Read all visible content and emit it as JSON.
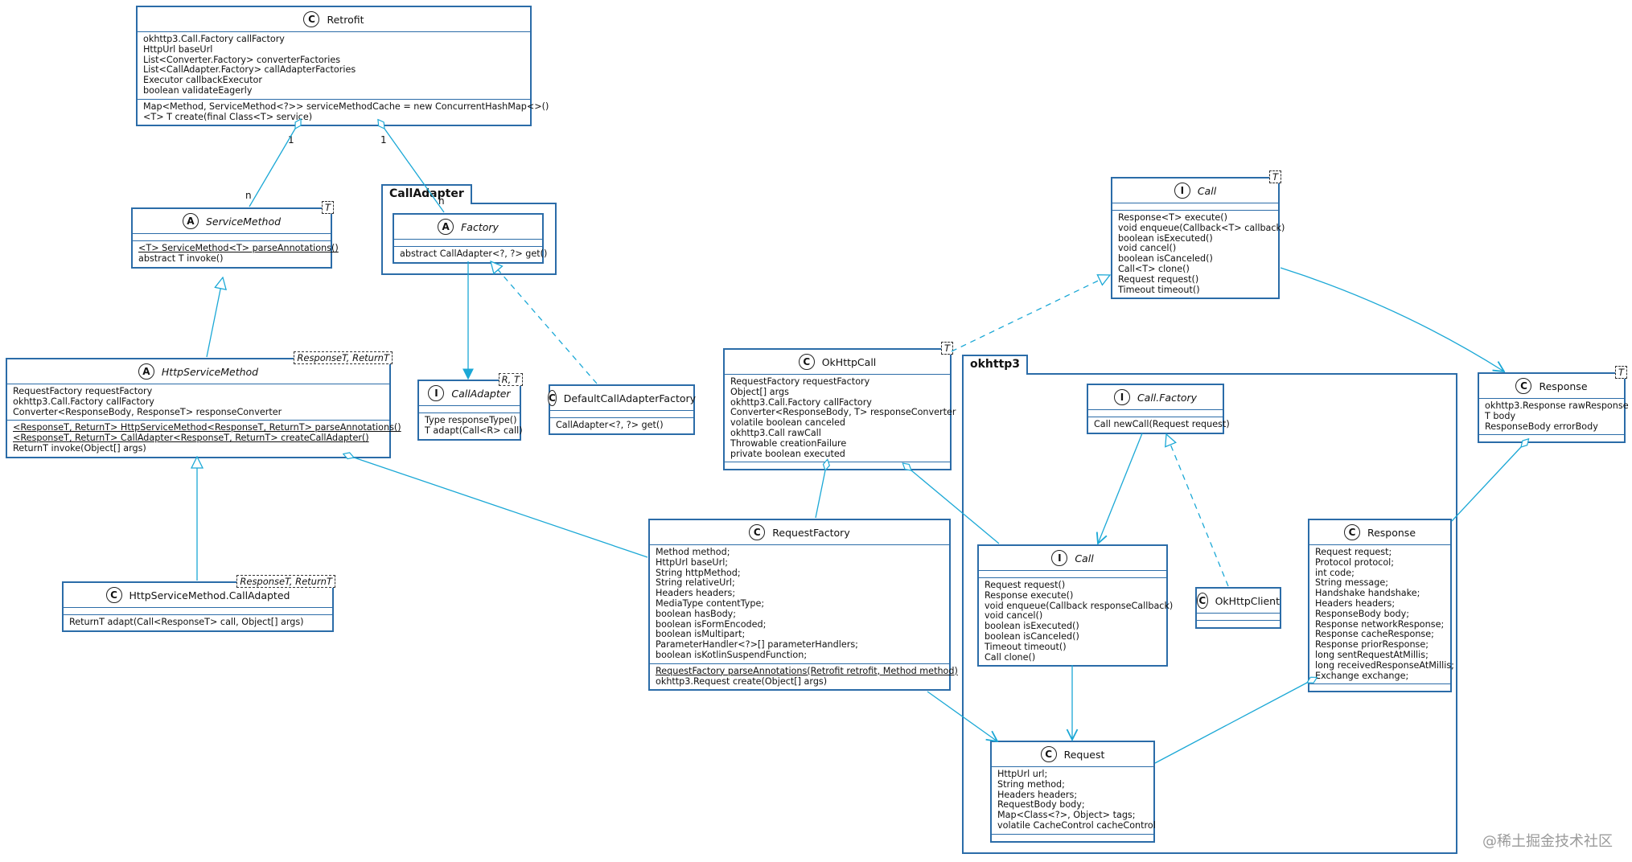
{
  "packages": {
    "calladapter": "CallAdapter",
    "okhttp3": "okhttp3"
  },
  "classes": {
    "retrofit": {
      "kind": "C",
      "name": "Retrofit",
      "fields": [
        "okhttp3.Call.Factory callFactory",
        "HttpUrl baseUrl",
        "List<Converter.Factory> converterFactories",
        "List<CallAdapter.Factory> callAdapterFactories",
        "Executor callbackExecutor",
        "boolean validateEagerly"
      ],
      "methods": [
        "Map<Method, ServiceMethod<?>> serviceMethodCache = new ConcurrentHashMap<>()",
        "<T> T create(final Class<T> service)"
      ]
    },
    "serviceMethod": {
      "kind": "A",
      "name": "ServiceMethod",
      "generic": "T",
      "methods": [
        "<T> ServiceMethod<T> parseAnnotations()",
        "abstract T invoke()"
      ]
    },
    "factory": {
      "kind": "A",
      "name": "Factory",
      "methods": [
        "abstract CallAdapter<?, ?> get()"
      ]
    },
    "httpServiceMethod": {
      "kind": "A",
      "name": "HttpServiceMethod",
      "generic": "ResponseT, ReturnT",
      "fields": [
        "RequestFactory requestFactory",
        "okhttp3.Call.Factory callFactory",
        "Converter<ResponseBody, ResponseT> responseConverter"
      ],
      "methods": [
        "<ResponseT, ReturnT> HttpServiceMethod<ResponseT, ReturnT> parseAnnotations()",
        "<ResponseT, ReturnT> CallAdapter<ResponseT, ReturnT> createCallAdapter()",
        "ReturnT invoke(Object[] args)"
      ]
    },
    "callAdapted": {
      "kind": "C",
      "name": "HttpServiceMethod.CallAdapted",
      "generic": "ResponseT, ReturnT",
      "methods": [
        "ReturnT adapt(Call<ResponseT> call, Object[] args)"
      ]
    },
    "callAdapter": {
      "kind": "I",
      "name": "CallAdapter",
      "generic": "R, T",
      "methods": [
        "Type responseType()",
        "T adapt(Call<R> call)"
      ]
    },
    "defaultCallAdapterFactory": {
      "kind": "C",
      "name": "DefaultCallAdapterFactory",
      "methods": [
        "CallAdapter<?, ?> get()"
      ]
    },
    "retrofitCall": {
      "kind": "I",
      "name": "Call",
      "generic": "T",
      "methods": [
        "Response<T> execute()",
        "void enqueue(Callback<T> callback)",
        "boolean isExecuted()",
        "void cancel()",
        "boolean isCanceled()",
        "Call<T> clone()",
        "Request request()",
        "Timeout timeout()"
      ]
    },
    "okHttpCall": {
      "kind": "C",
      "name": "OkHttpCall",
      "generic": "T",
      "fields": [
        "RequestFactory requestFactory",
        "Object[] args",
        "okhttp3.Call.Factory callFactory",
        "Converter<ResponseBody, T> responseConverter",
        "volatile boolean canceled",
        "okhttp3.Call rawCall",
        "Throwable creationFailure",
        "private boolean executed"
      ]
    },
    "retrofitResponse": {
      "kind": "C",
      "name": "Response",
      "generic": "T",
      "fields": [
        "okhttp3.Response rawResponse",
        "T body",
        "ResponseBody errorBody"
      ]
    },
    "callFactory": {
      "kind": "I",
      "name": "Call.Factory",
      "methods": [
        "Call newCall(Request request)"
      ]
    },
    "requestFactory": {
      "kind": "C",
      "name": "RequestFactory",
      "fields": [
        "Method method;",
        "HttpUrl baseUrl;",
        "String httpMethod;",
        "String relativeUrl;",
        "Headers headers;",
        "MediaType contentType;",
        "boolean hasBody;",
        "boolean isFormEncoded;",
        "boolean isMultipart;",
        "ParameterHandler<?>[] parameterHandlers;",
        "boolean isKotlinSuspendFunction;"
      ],
      "methods": [
        "RequestFactory parseAnnotations(Retrofit retrofit, Method method)",
        "okhttp3.Request create(Object[] args)"
      ]
    },
    "okCall": {
      "kind": "I",
      "name": "Call",
      "methods": [
        "Request request()",
        "Response execute()",
        "void enqueue(Callback responseCallback)",
        "void cancel()",
        "boolean isExecuted()",
        "boolean isCanceled()",
        "Timeout timeout()",
        "Call clone()"
      ]
    },
    "okHttpClient": {
      "kind": "C",
      "name": "OkHttpClient"
    },
    "okResponse": {
      "kind": "C",
      "name": "Response",
      "fields": [
        "Request request;",
        "Protocol protocol;",
        "int code;",
        "String message;",
        "Handshake handshake;",
        "Headers headers;",
        "ResponseBody body;",
        "Response networkResponse;",
        "Response cacheResponse;",
        "Response priorResponse;",
        "long sentRequestAtMillis;",
        "long receivedResponseAtMillis;",
        "Exchange exchange;"
      ]
    },
    "request": {
      "kind": "C",
      "name": "Request",
      "fields": [
        "HttpUrl url;",
        "String method;",
        "Headers headers;",
        "RequestBody body;",
        "Map<Class<?>, Object> tags;",
        "volatile CacheControl cacheControl"
      ]
    }
  },
  "multiplicities": {
    "retrofit_sm_src": "1",
    "retrofit_sm_dst": "n",
    "retrofit_factory_src": "1",
    "retrofit_factory_dst": "n"
  },
  "watermark": "@稀土掘金技术社区",
  "colors": {
    "border": "#2b6ca8",
    "edge": "#1ba8d6"
  }
}
